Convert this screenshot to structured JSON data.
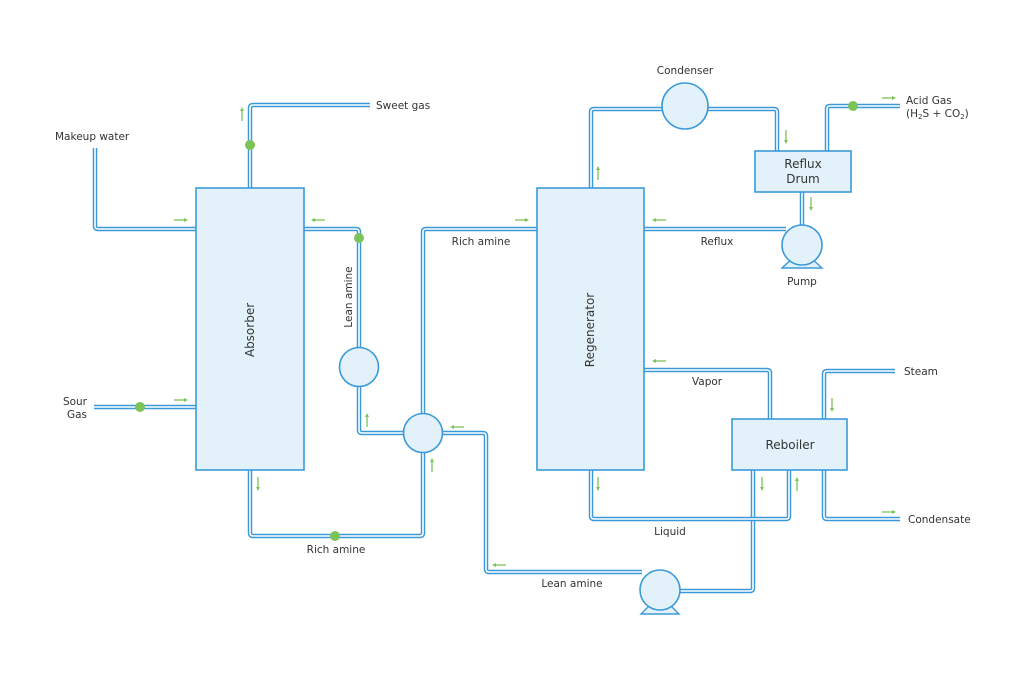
{
  "diagram": {
    "title": "Amine gas treating process flow",
    "colors": {
      "pipe": "#3a9ad9",
      "vessel_fill": "#e3f2fa",
      "flow_arrow": "#7cc45a",
      "node": "#7cc45a",
      "text": "#333333"
    },
    "equipment": {
      "absorber": "Absorber",
      "regenerator": "Regenerator",
      "reflux_drum_line1": "Reflux",
      "reflux_drum_line2": "Drum",
      "reboiler": "Reboiler",
      "condenser": "Condenser",
      "pump": "Pump"
    },
    "streams": {
      "makeup_water": "Makeup water",
      "sweet_gas": "Sweet gas",
      "sour_gas_line1": "Sour",
      "sour_gas_line2": "Gas",
      "lean_amine_vertical": "Lean amine",
      "rich_amine_bottom": "Rich amine",
      "rich_amine_top": "Rich amine",
      "lean_amine_bottom": "Lean amine",
      "reflux": "Reflux",
      "vapor": "Vapor",
      "liquid": "Liquid",
      "steam": "Steam",
      "condensate": "Condensate",
      "acid_gas_line1": "Acid Gas",
      "acid_gas_open": "(H",
      "acid_gas_sub1": "2",
      "acid_gas_mid": "S + CO",
      "acid_gas_sub2": "2",
      "acid_gas_close": ")"
    }
  }
}
